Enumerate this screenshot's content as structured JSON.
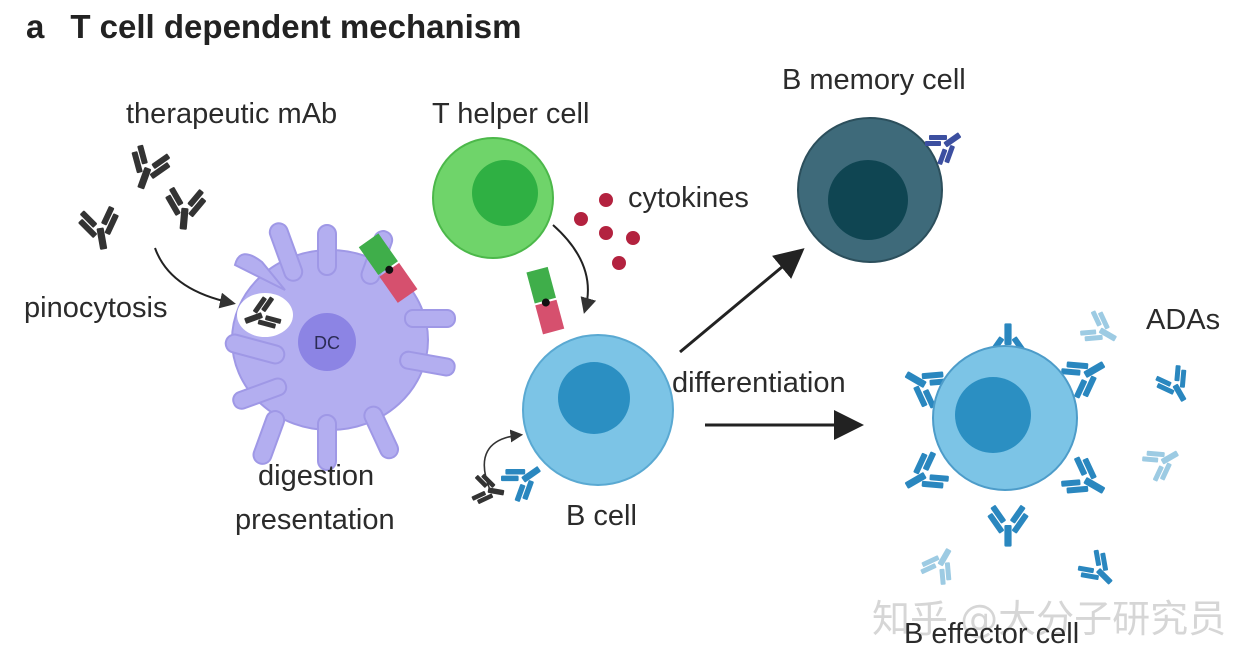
{
  "figure": {
    "panel_letter": "a",
    "title": "T cell dependent mechanism"
  },
  "labels": {
    "therapeutic_mab": "therapeutic mAb",
    "t_helper_cell": "T helper cell",
    "cytokines": "cytokines",
    "pinocytosis": "pinocytosis",
    "dc": "DC",
    "digestion": "digestion",
    "presentation": "presentation",
    "b_cell": "B cell",
    "differentiation": "differentiation",
    "b_memory_cell": "B memory cell",
    "adas": "ADAs",
    "b_effector_cell": "B effector cell"
  },
  "watermark": "知乎 @大分子研究员",
  "colors": {
    "dc_body": "#b3aef0",
    "dc_nucleus": "#8c84e4",
    "t_cell": "#6fd46a",
    "t_nucleus": "#2fb043",
    "b_cell": "#7cc4e6",
    "b_nucleus": "#2b8fc2",
    "memory_cell": "#3e6a7a",
    "memory_nucleus": "#0f4552",
    "mhc": "#d6506e",
    "tcr": "#3fae4a",
    "antibody_dark": "#333333",
    "antibody_blue": "#2a87bf",
    "antibody_light": "#9dcbe3",
    "cytokine": "#b3223f"
  }
}
